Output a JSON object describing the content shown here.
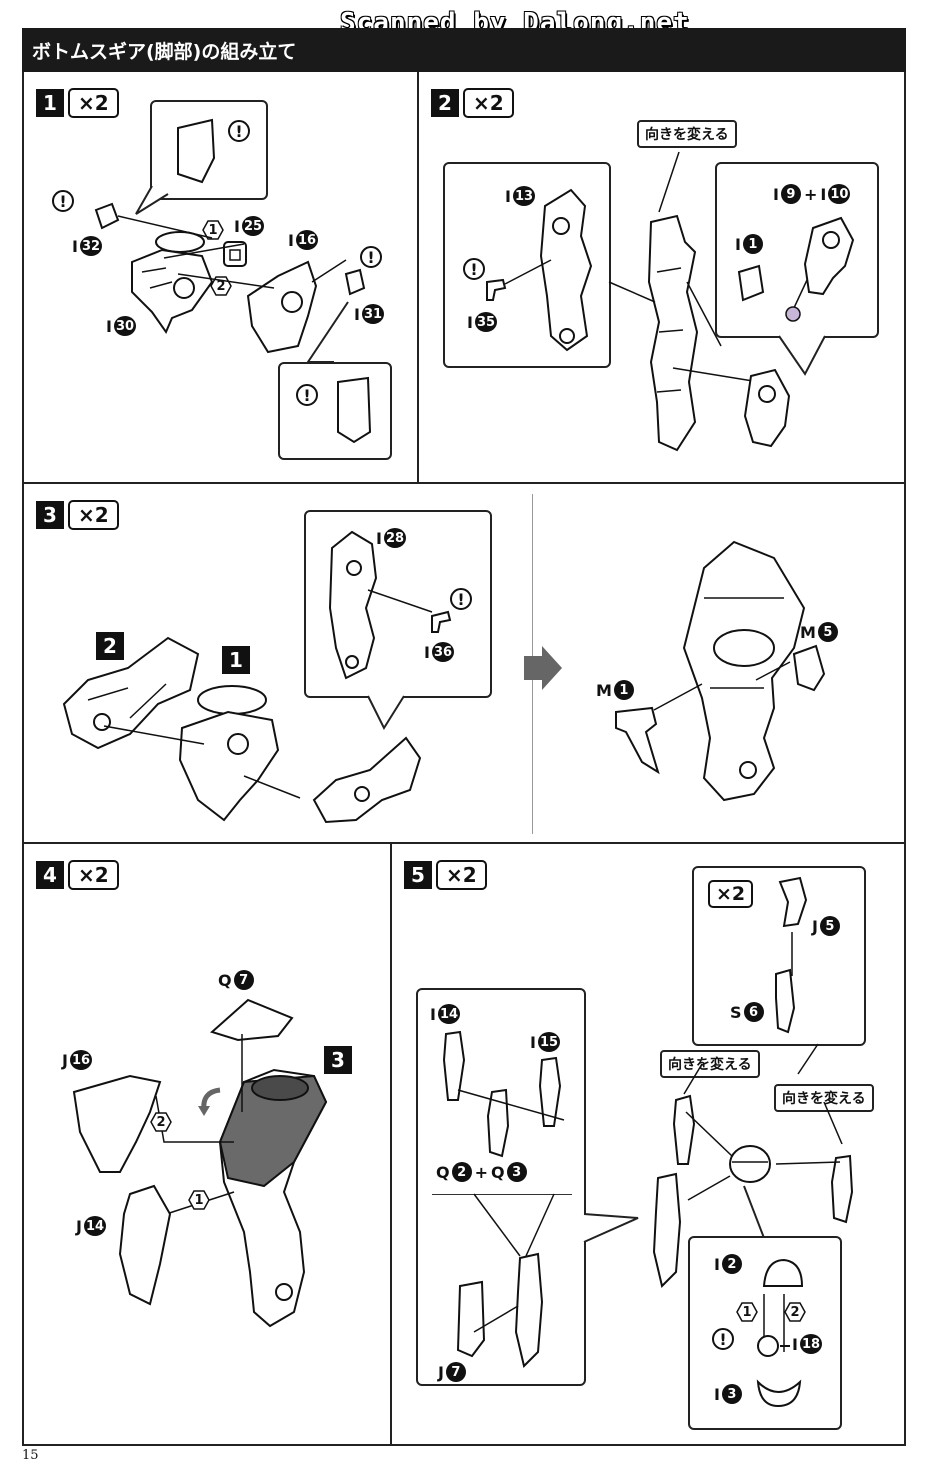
{
  "watermark": "Scanned by Dalong.net",
  "page_title": "ボトムスギア(脚部)の組み立て",
  "page_number": "15",
  "steps": [
    {
      "num": "1",
      "mult": "×2"
    },
    {
      "num": "2",
      "mult": "×2"
    },
    {
      "num": "3",
      "mult": "×2"
    },
    {
      "num": "4",
      "mult": "×2"
    },
    {
      "num": "5",
      "mult": "×2"
    }
  ],
  "warning_mark": "!",
  "turn_around": "向きを変える",
  "step1": {
    "labels": {
      "i32": "32",
      "i25": "25",
      "i16": "16",
      "i30": "30",
      "i31": "31"
    },
    "orders": [
      "1",
      "2"
    ]
  },
  "step2": {
    "labels": {
      "i13": "13",
      "i35": "35",
      "i9": "9",
      "i10": "10",
      "i1": "1"
    }
  },
  "step3": {
    "sub": [
      "2",
      "1"
    ],
    "labels": {
      "i28": "28",
      "i36": "36",
      "m5": "5",
      "m1": "1"
    }
  },
  "step4": {
    "sub": "3",
    "labels": {
      "q7": "7",
      "j16": "16",
      "j14": "14"
    },
    "orders": [
      "2",
      "1"
    ]
  },
  "step5": {
    "inner_mult": "×2",
    "labels": {
      "j5": "5",
      "s6": "6",
      "i14": "14",
      "i15": "15",
      "q2": "2",
      "q3": "3",
      "j7": "7",
      "i2": "2",
      "i18": "18",
      "i3": "3"
    },
    "orders": [
      "1",
      "2"
    ]
  },
  "letters": {
    "I": "I",
    "M": "M",
    "Q": "Q",
    "J": "J",
    "S": "S"
  }
}
